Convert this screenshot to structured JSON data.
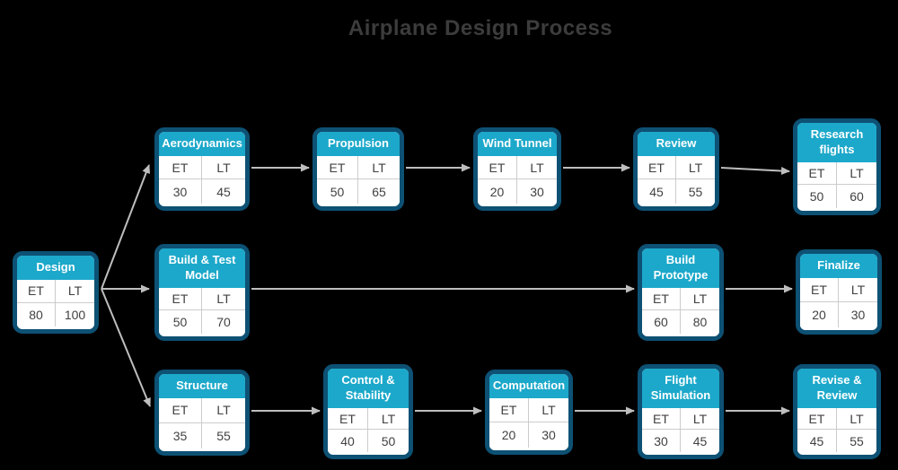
{
  "title": "Airplane Design Process",
  "labels": {
    "et": "ET",
    "lt": "LT"
  },
  "nodes": [
    {
      "id": "design",
      "title": "Design",
      "et": "80",
      "lt": "100"
    },
    {
      "id": "aerodynamics",
      "title": "Aerodynamics",
      "et": "30",
      "lt": "45"
    },
    {
      "id": "propulsion",
      "title": "Propulsion",
      "et": "50",
      "lt": "65"
    },
    {
      "id": "wind-tunnel",
      "title": "Wind Tunnel",
      "et": "20",
      "lt": "30"
    },
    {
      "id": "review",
      "title": "Review",
      "et": "45",
      "lt": "55"
    },
    {
      "id": "research-flights",
      "title": "Research flights",
      "et": "50",
      "lt": "60"
    },
    {
      "id": "build-test-model",
      "title": "Build & Test Model",
      "et": "50",
      "lt": "70"
    },
    {
      "id": "build-prototype",
      "title": "Build Prototype",
      "et": "60",
      "lt": "80"
    },
    {
      "id": "finalize",
      "title": "Finalize",
      "et": "20",
      "lt": "30"
    },
    {
      "id": "structure",
      "title": "Structure",
      "et": "35",
      "lt": "55"
    },
    {
      "id": "control-stability",
      "title": "Control & Stability",
      "et": "40",
      "lt": "50"
    },
    {
      "id": "computation",
      "title": "Computation",
      "et": "20",
      "lt": "30"
    },
    {
      "id": "flight-simulation",
      "title": "Flight Simulation",
      "et": "30",
      "lt": "45"
    },
    {
      "id": "revise-review",
      "title": "Revise & Review",
      "et": "45",
      "lt": "55"
    }
  ],
  "edges": [
    {
      "from": "design",
      "to": "aerodynamics"
    },
    {
      "from": "design",
      "to": "build-test-model"
    },
    {
      "from": "design",
      "to": "structure"
    },
    {
      "from": "aerodynamics",
      "to": "propulsion"
    },
    {
      "from": "propulsion",
      "to": "wind-tunnel"
    },
    {
      "from": "wind-tunnel",
      "to": "review"
    },
    {
      "from": "review",
      "to": "research-flights"
    },
    {
      "from": "build-test-model",
      "to": "build-prototype"
    },
    {
      "from": "build-prototype",
      "to": "finalize"
    },
    {
      "from": "structure",
      "to": "control-stability"
    },
    {
      "from": "control-stability",
      "to": "computation"
    },
    {
      "from": "computation",
      "to": "flight-simulation"
    },
    {
      "from": "flight-simulation",
      "to": "revise-review"
    }
  ],
  "colors": {
    "background": "#000000",
    "node_border": "#0d5174",
    "node_header": "#1ca8ca",
    "node_body": "#ffffff",
    "cell_divider": "#cccccc",
    "text_dark": "#414141",
    "arrow": "#bebebe",
    "title": "#3c3c3c"
  }
}
